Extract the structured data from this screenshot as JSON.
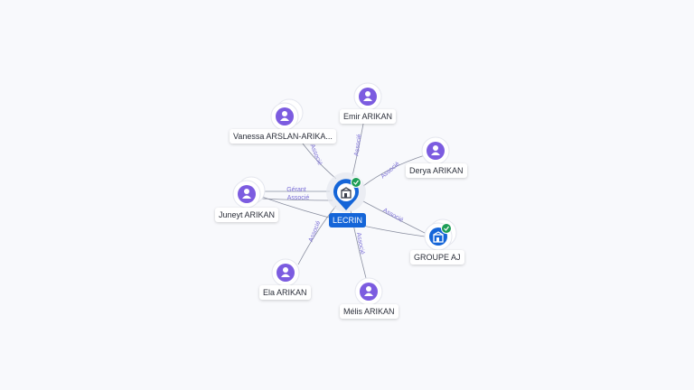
{
  "center": {
    "label": "LECRIN",
    "verified": true
  },
  "people": [
    {
      "id": "vanessa",
      "label": "Vanessa ARSLAN-ARIKA..."
    },
    {
      "id": "emir",
      "label": "Emir ARIKAN"
    },
    {
      "id": "derya",
      "label": "Derya ARIKAN"
    },
    {
      "id": "juneyt",
      "label": "Juneyt ARIKAN"
    },
    {
      "id": "ela",
      "label": "Ela ARIKAN"
    },
    {
      "id": "melis",
      "label": "Mélis ARIKAN"
    }
  ],
  "companies": [
    {
      "id": "groupe",
      "label": "GROUPE AJ",
      "verified": true
    }
  ],
  "edges": [
    {
      "from": "vanessa",
      "label": "Associé"
    },
    {
      "from": "emir",
      "label": "Associé"
    },
    {
      "from": "derya",
      "label": "Associé"
    },
    {
      "from": "juneyt",
      "label": "Gérant"
    },
    {
      "from": "juneyt",
      "label": "Associé"
    },
    {
      "from": "ela",
      "label": "Associé"
    },
    {
      "from": "melis",
      "label": "Associé"
    },
    {
      "from": "groupe",
      "label": "Associé"
    }
  ],
  "colors": {
    "person": "#7c5ce0",
    "company": "#1565d8",
    "verified": "#1e9e57",
    "edge": "#8a8fa0",
    "edge_label": "#7b6fd6"
  },
  "icons": {
    "person": "person-icon",
    "company": "building-icon",
    "verified": "check-badge-icon"
  }
}
